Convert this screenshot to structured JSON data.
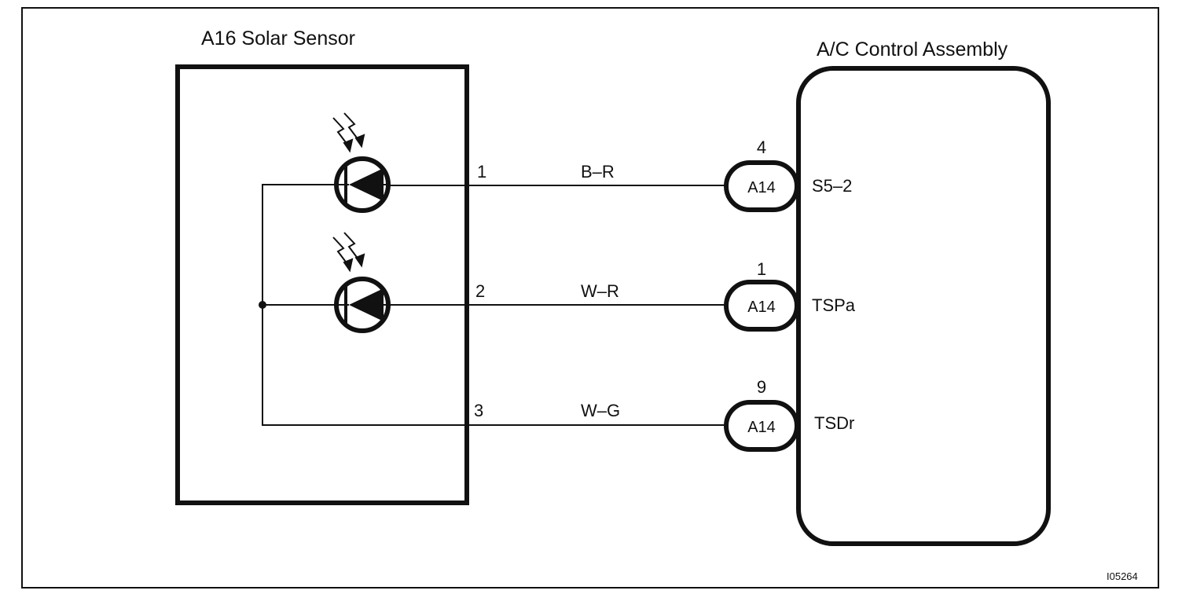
{
  "sensor": {
    "title": "A16 Solar Sensor"
  },
  "control": {
    "title": "A/C Control Assembly"
  },
  "wires": [
    {
      "pin": "1",
      "color_code": "B–R",
      "connector": "A14",
      "terminal_no": "4",
      "terminal_name": "S5–2"
    },
    {
      "pin": "2",
      "color_code": "W–R",
      "connector": "A14",
      "terminal_no": "1",
      "terminal_name": "TSPa"
    },
    {
      "pin": "3",
      "color_code": "W–G",
      "connector": "A14",
      "terminal_no": "9",
      "terminal_name": "TSDr"
    }
  ],
  "figure_id": "I05264",
  "colors": {
    "line": "#111111",
    "background": "#ffffff"
  }
}
